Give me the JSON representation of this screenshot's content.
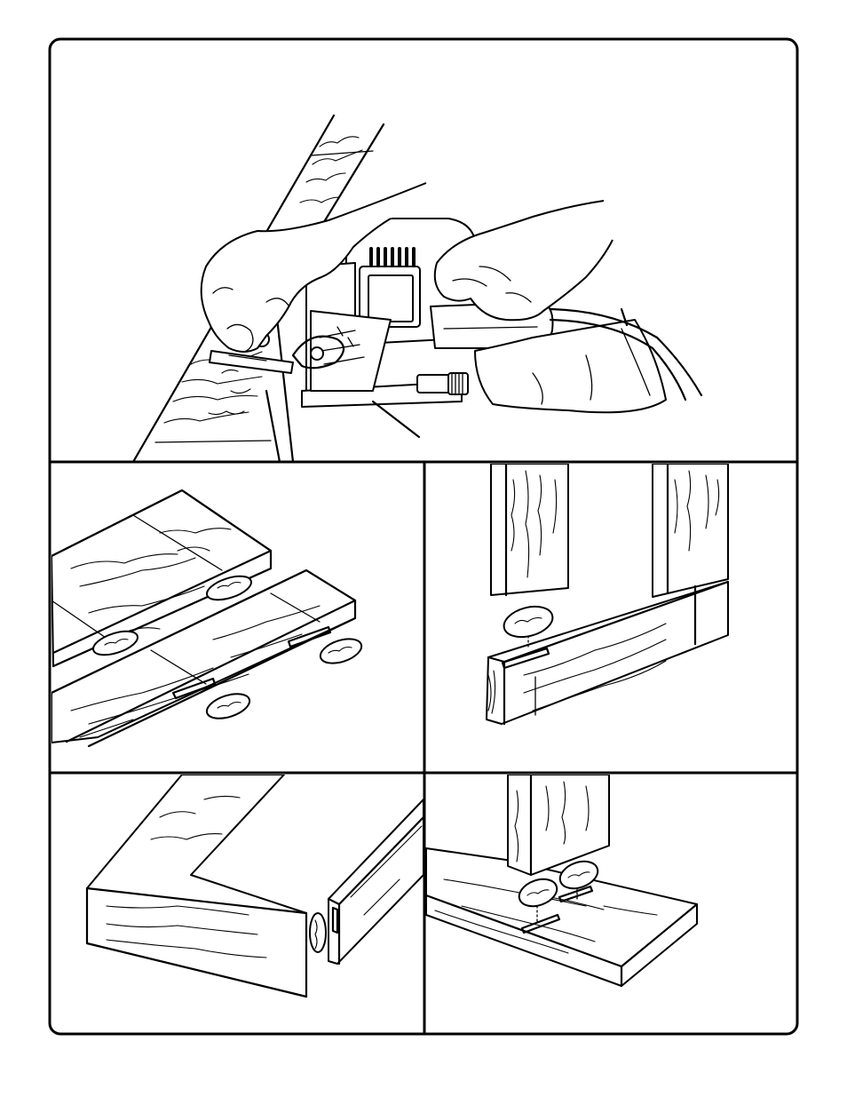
{
  "page": {
    "background": "#ffffff",
    "ink": "#000000"
  },
  "panels": [
    {
      "id": "plate-joiner-in-use",
      "icon": "plate-joiner-icon"
    },
    {
      "id": "edge-to-edge-joint",
      "icon": "biscuit-icon"
    },
    {
      "id": "t-joint-frame",
      "icon": "biscuit-icon"
    },
    {
      "id": "miter-joint",
      "icon": "biscuit-icon"
    },
    {
      "id": "panel-to-shelf-joint",
      "icon": "biscuit-icon"
    }
  ]
}
